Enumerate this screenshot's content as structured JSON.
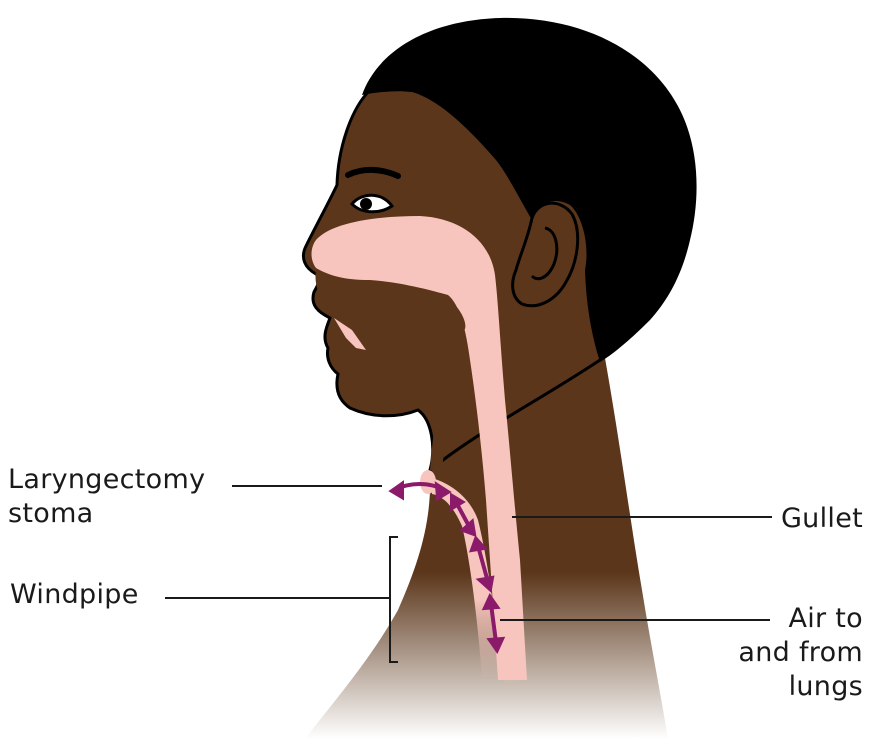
{
  "labels": {
    "stoma": [
      "Laryngectomy",
      "stoma"
    ],
    "windpipe": "Windpipe",
    "gullet": "Gullet",
    "air": [
      "Air to",
      "and from",
      "lungs"
    ]
  },
  "colors": {
    "skin": "#5b361a",
    "hair": "#000000",
    "airway": "#f7c5bd",
    "arrow": "#8b1a6b",
    "leader": "#1a1a1a"
  }
}
